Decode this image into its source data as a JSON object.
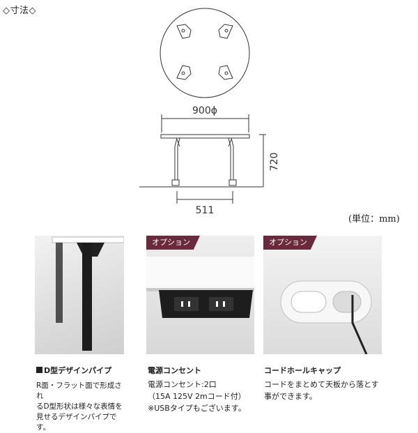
{
  "header": {
    "title": "◇寸法◇"
  },
  "dimensions": {
    "diameter": "900ϕ",
    "height": "720",
    "base_width": "511"
  },
  "units_label": "(単位：mm)",
  "options": {
    "option2_badge": "オプション",
    "option3_badge": "オプション"
  },
  "captions": {
    "pipe": {
      "title": "D型デザインパイプ",
      "lines": [
        "R面・フラット面で形成され",
        "るD型形状は様々な表情を",
        "見せるデザインパイプです。"
      ]
    },
    "outlet": {
      "title": "電源コンセント",
      "lines": [
        "電源コンセント:2口",
        "（15A 125V 2mコード付）",
        "※USBタイプもございます。"
      ]
    },
    "cable": {
      "title": "コードホールキャップ",
      "lines": [
        "コードをまとめて天板から落とす",
        "事ができます。"
      ]
    }
  },
  "colors": {
    "badge": "#6a2a3d",
    "line": "#333333"
  }
}
